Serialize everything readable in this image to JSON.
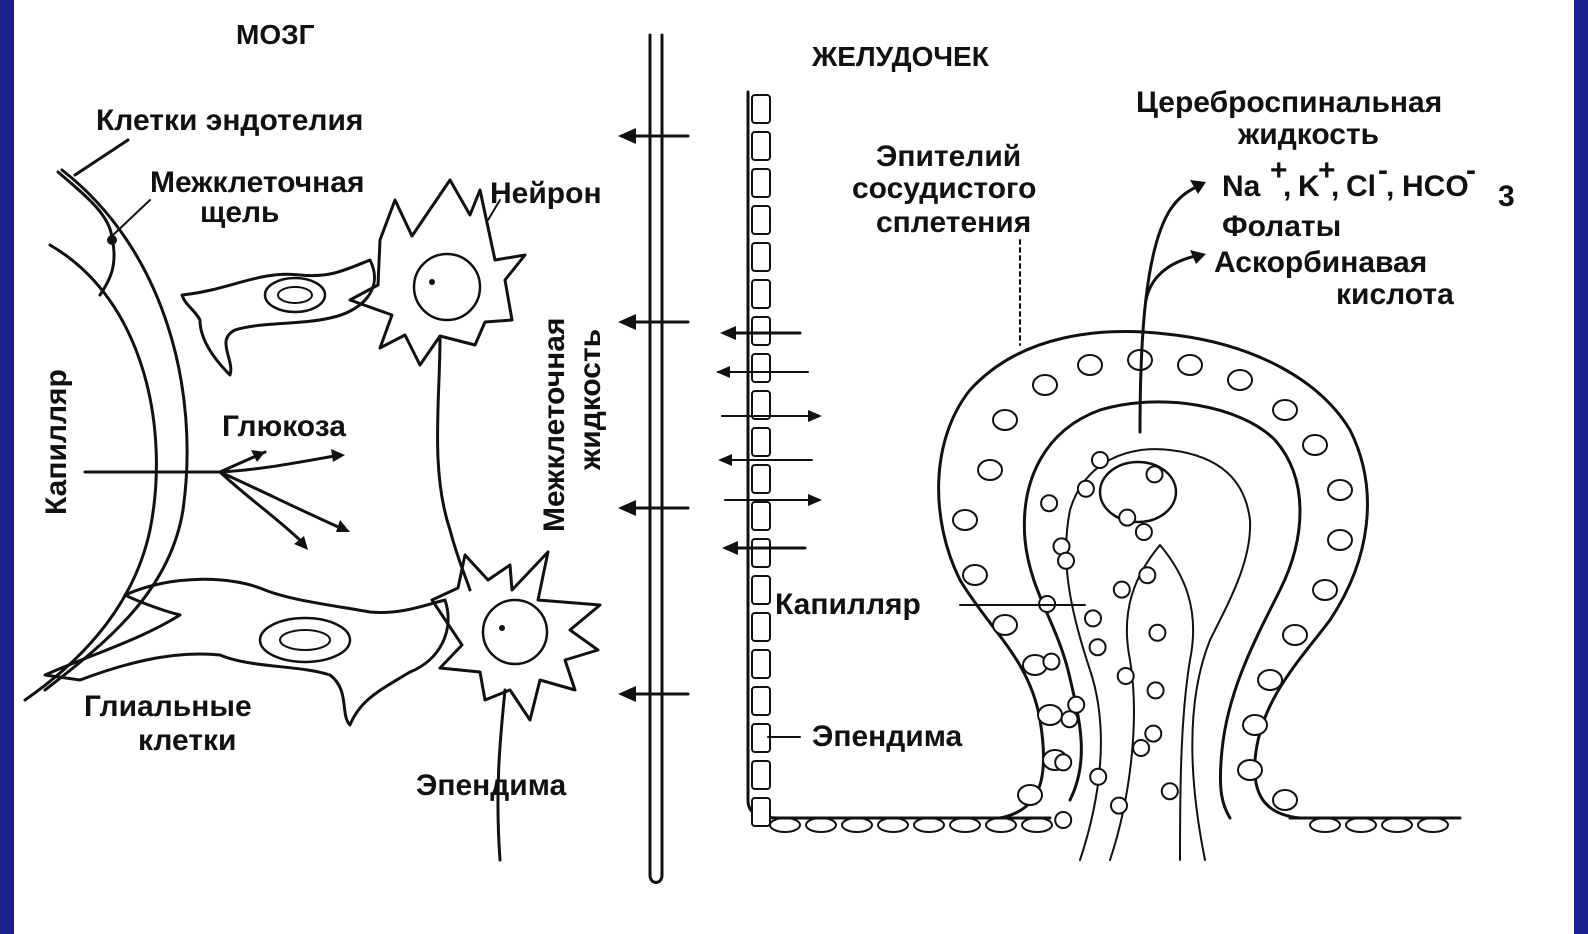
{
  "titles": {
    "brain": "МОЗГ",
    "ventricle": "ЖЕЛУДОЧЕК"
  },
  "left_labels": {
    "endothelium": "Клетки эндотелия",
    "cleft_line1": "Межклеточная",
    "cleft_line2": "щель",
    "neuron": "Нейрон",
    "capillary": "Капилляр",
    "glucose": "Глюкоза",
    "glial_line1": "Глиальные",
    "glial_line2": "клетки",
    "ependyma": "Эпендима",
    "isf_line1": "Межклеточная",
    "isf_line2": "жидкость"
  },
  "right_labels": {
    "csf_line1": "Цереброспинальная",
    "csf_line2": "жидкость",
    "epithelium_line1": "Эпителий",
    "epithelium_line2": "сосудистого",
    "epithelium_line3": "сплетения",
    "folates": "Фолаты",
    "ascorbic_line1": "Аскорбинавая",
    "ascorbic_line2": "кислота",
    "capillary": "Капилляр",
    "ependyma": "Эпендима"
  },
  "ions": {
    "na": "Na",
    "k": "K",
    "cl": "Cl",
    "hco": "HCO",
    "plus": "+",
    "minus": "-",
    "sub3": "3",
    "sep": ","
  },
  "colors": {
    "frame": "#1b1f8c",
    "ink": "#111111",
    "background": "#ffffff"
  }
}
